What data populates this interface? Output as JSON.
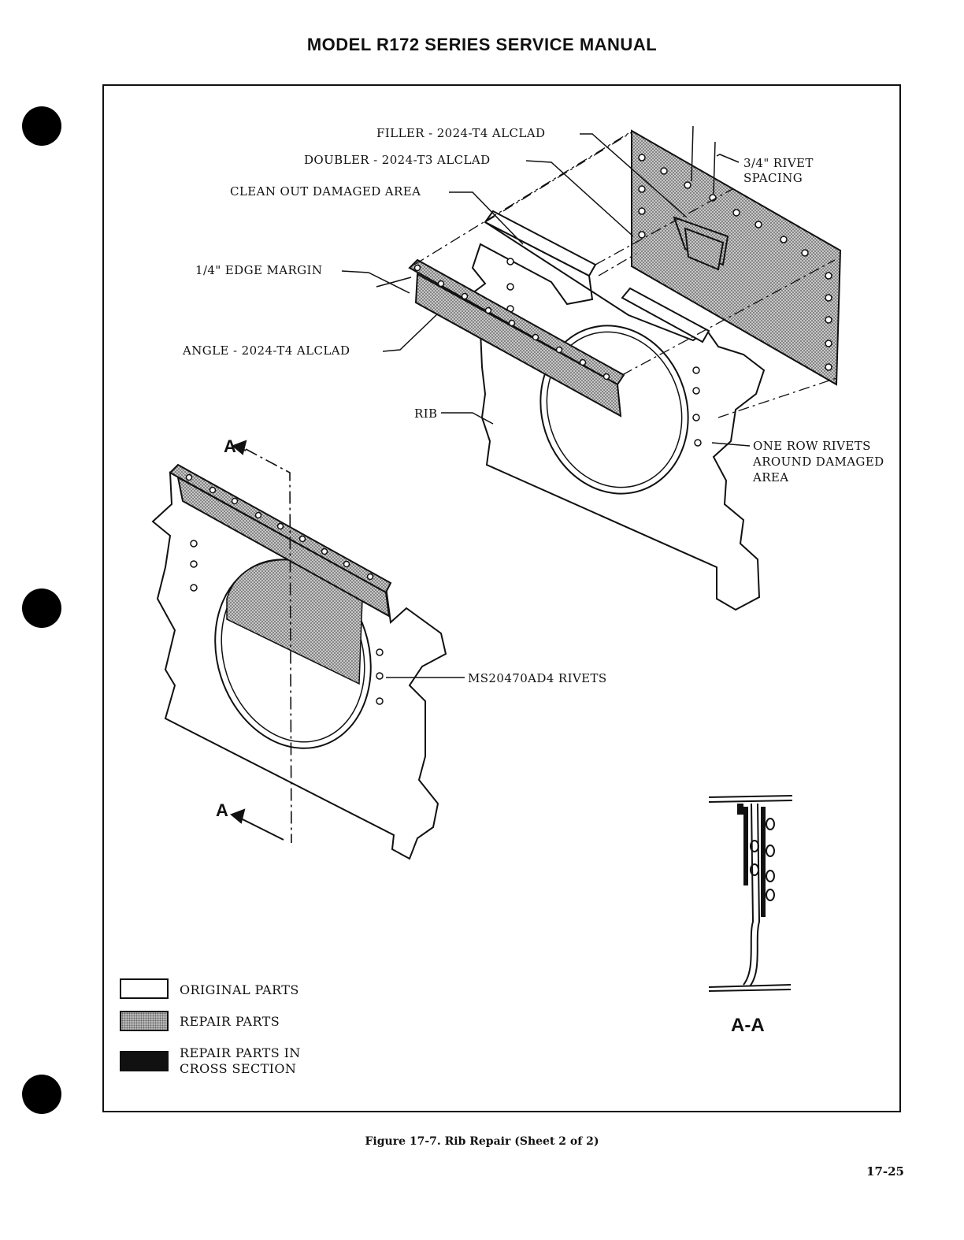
{
  "header": {
    "title": "MODEL R172 SERIES SERVICE MANUAL"
  },
  "callouts": {
    "filler": "FILLER - 2024-T4 ALCLAD",
    "doubler": "DOUBLER - 2024-T3 ALCLAD",
    "clean_out": "CLEAN OUT DAMAGED AREA",
    "edge_margin": "1/4\" EDGE MARGIN",
    "angle": "ANGLE - 2024-T4 ALCLAD",
    "rib": "RIB",
    "rivet_spacing_1": "3/4\" RIVET",
    "rivet_spacing_2": "SPACING",
    "one_row_1": "ONE ROW RIVETS",
    "one_row_2": "AROUND DAMAGED",
    "one_row_3": "AREA",
    "ms_rivets": "MS20470AD4 RIVETS",
    "section_arrow_top": "A",
    "section_arrow_bottom": "A",
    "section_view": "A-A"
  },
  "legend": {
    "original": "ORIGINAL PARTS",
    "repair": "REPAIR PARTS",
    "cross_1": "REPAIR PARTS IN",
    "cross_2": "CROSS SECTION"
  },
  "caption": "Figure 17-7.  Rib Repair (Sheet 2 of 2)",
  "page_number": "17-25"
}
